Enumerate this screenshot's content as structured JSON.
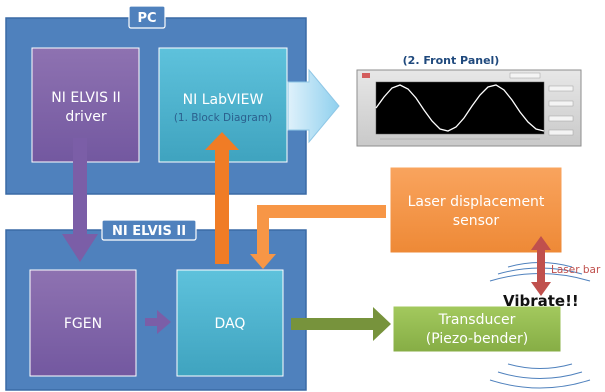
{
  "pc": {
    "label": "PC"
  },
  "elvis": {
    "label": "NI ELVIS II"
  },
  "driver": {
    "line1": "NI ELVIS II",
    "line2": "driver"
  },
  "labview": {
    "line1": "NI LabVIEW",
    "line2": "(1. Block Diagram)"
  },
  "front_panel": {
    "title": "(2. Front Panel)"
  },
  "fgen": {
    "label": "FGEN"
  },
  "daq": {
    "label": "DAQ"
  },
  "laser": {
    "line1": "Laser displacement",
    "line2": "sensor"
  },
  "transducer": {
    "line1": "Transducer",
    "line2": "(Piezo-bender)"
  },
  "annotations": {
    "laser_bar": "Laser bar",
    "vibrate": "Vibrate!!"
  },
  "colors": {
    "container_blue": "#4f81bd",
    "purple": "#8064a2",
    "teal": "#4bacc6",
    "orange": "#f79646",
    "green": "#77933c",
    "red_arrow": "#c0504d"
  }
}
